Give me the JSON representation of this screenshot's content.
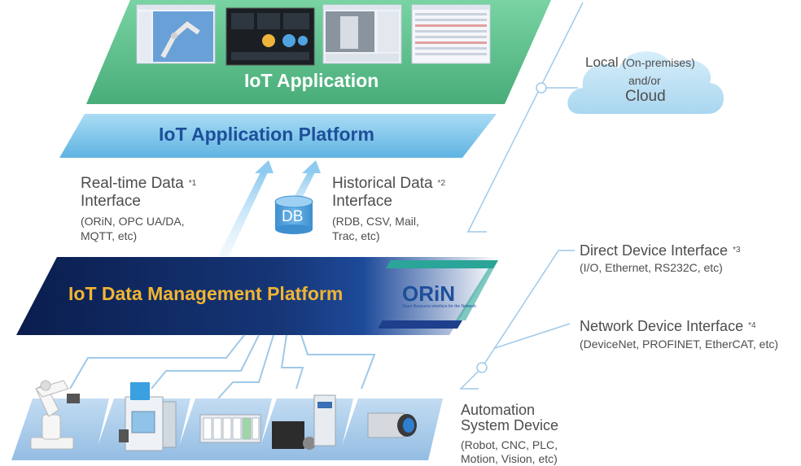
{
  "iot_application": {
    "title": "IoT  Application",
    "screenshots": [
      "robot-simulation-screen",
      "dashboard-screen",
      "camera-monitor-screen",
      "data-table-screen"
    ]
  },
  "application_platform": {
    "title": "IoT Application Platform"
  },
  "realtime_interface": {
    "title_line1": "Real-time Data",
    "title_line2": "Interface",
    "note": "*1",
    "detail_line1": "(ORiN, OPC UA/DA,",
    "detail_line2": "MQTT, etc)"
  },
  "historical_interface": {
    "title_line1": "Historical Data",
    "title_line2": "Interface",
    "note": "*2",
    "detail_line1": "(RDB, CSV, Mail,",
    "detail_line2": "Trac, etc)"
  },
  "database": {
    "label": "DB"
  },
  "data_management": {
    "title": "IoT Data Management Platform",
    "logo_text": "ORiN",
    "logo_caption": "Open Resource interface for the Network"
  },
  "cloud": {
    "line1_main": "Local",
    "line1_extra": "(On-premises)",
    "line2": "and/or",
    "line3": "Cloud"
  },
  "direct_interface": {
    "title": "Direct Device Interface",
    "note": "*3",
    "detail": "(I/O, Ethernet, RS232C, etc)"
  },
  "network_interface": {
    "title": "Network Device Interface",
    "note": "*4",
    "detail": "(DeviceNet, PROFINET, EtherCAT, etc)"
  },
  "automation_device": {
    "title_line1": "Automation",
    "title_line2": "System Device",
    "detail_line1": "(Robot, CNC, PLC,",
    "detail_line2": "Motion, Vision, etc)"
  },
  "devices": [
    "robot-arm",
    "cnc-machine",
    "plc-rack",
    "servo-motion",
    "vision-camera"
  ],
  "colors": {
    "app_green": "#5fbf8c",
    "app_platform_blue": "#7fc6ea",
    "title_blue": "#1d4f9a",
    "data_mgmt_navy": "#0f2660",
    "data_mgmt_gold": "#f2b531",
    "orin_teal": "#2aa597",
    "line_blue": "#9fc9e8",
    "cloud_blue": "#bfe0f3",
    "device_tile": "#a9cceb",
    "text_gray": "#4d4d4d"
  }
}
